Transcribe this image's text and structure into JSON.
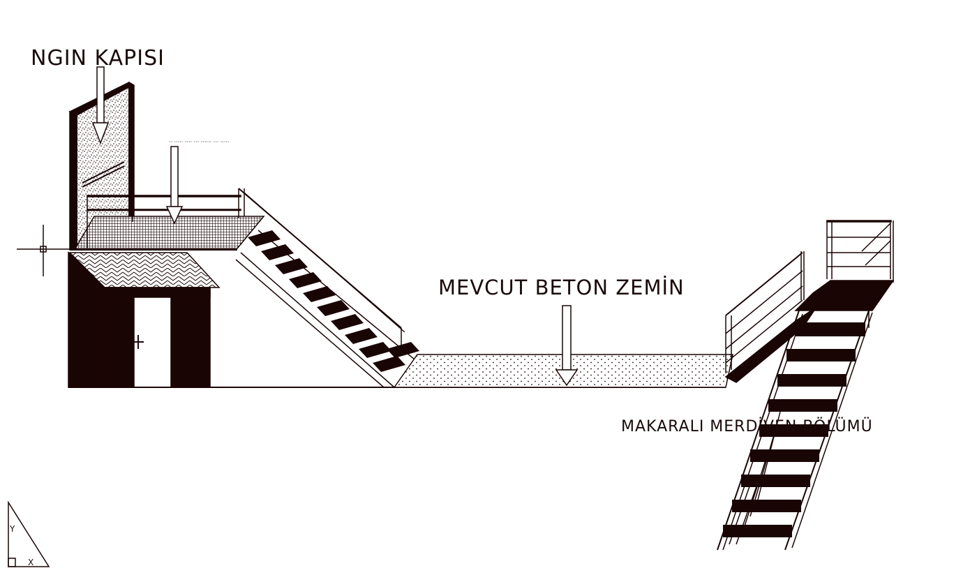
{
  "labels": {
    "door": "NGIN KAPISI",
    "small_note": "·· ····· ···· ··· ······ ··· ·····",
    "floor": "MEVCUT BETON ZEMİN",
    "roller_stair": "MAKARALI MERDİVEN BÖLÜMÜ",
    "ucs_y": "Y",
    "ucs_x": "X"
  },
  "colors": {
    "ink": "#1a0505",
    "background": "#ffffff"
  }
}
